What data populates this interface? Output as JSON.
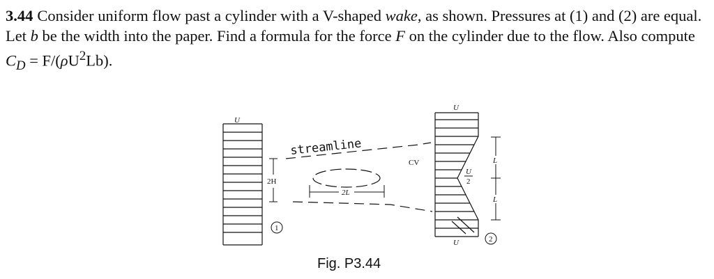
{
  "problem": {
    "number": "3.44",
    "t1": "Consider uniform flow past a cylinder with a V-shaped ",
    "t_wake": "wake",
    "t2": ", as shown. Pressures at (1) and (2) are equal. Let ",
    "t_b": "b",
    "t3": " be the width into the paper. Find a formula for the force ",
    "t_F": "F",
    "t4": " on the cylinder due to the flow. Also compute ",
    "t_CD": "C",
    "t_D": "D",
    "t5": " = F/(",
    "t_rho": "ρ",
    "t6": "U",
    "t_sq": "2",
    "t7": "Lb)."
  },
  "figure": {
    "u_left": "U",
    "u_top_right": "U",
    "u_bottom_right": "U",
    "streamline": "streamline",
    "cv": "CV",
    "two_h": "2H",
    "two_l": "2L",
    "l_upper": "L",
    "l_lower": "L",
    "u_half_num": "U",
    "u_half_den": "2",
    "station_1": "1",
    "station_2": "2"
  },
  "caption": "Fig. P3.44"
}
